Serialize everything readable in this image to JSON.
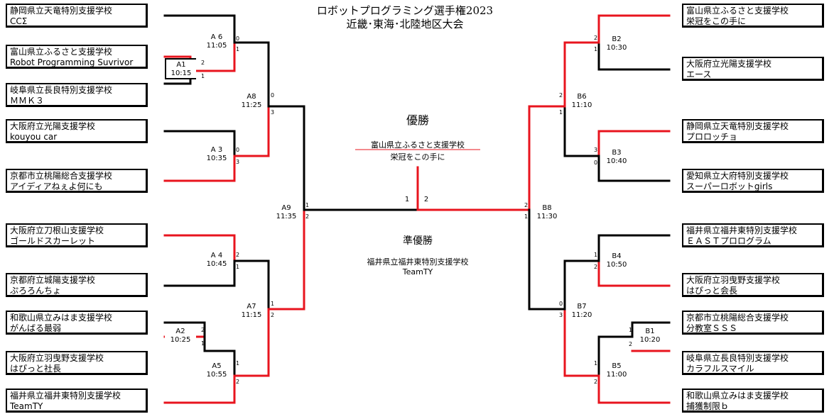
{
  "title": {
    "line1": "ロボットプログラミング選手権2023",
    "line2": "近畿･東海･北陸地区大会"
  },
  "winner": {
    "label": "優勝",
    "school": "富山県立ふるさと支援学校",
    "team": "栄冠をこの手に"
  },
  "runner_up": {
    "label": "準優勝",
    "school": "福井県立福井東特別支援学校",
    "team": "TeamTY"
  },
  "final_scores": {
    "left": "1",
    "right": "2"
  },
  "left_teams": [
    {
      "school": "静岡県立天竜特別支援学校",
      "team": "CCΣ"
    },
    {
      "school": "富山県立ふるさと支援学校",
      "team": "Robot Programming Suvrivor"
    },
    {
      "school": "岐阜県立長良特別支援学校",
      "team": "ＭＭＫ３"
    },
    {
      "school": "大阪府立光陽支援学校",
      "team": "kouyou car"
    },
    {
      "school": "京都市立桃陽総合支援学校",
      "team": "アイディアねぇよ何にも"
    },
    {
      "school": "大阪府立刀根山支援学校",
      "team": "ゴールドスカーレット"
    },
    {
      "school": "京都府立城陽支援学校",
      "team": "ぷろろんちょ"
    },
    {
      "school": "和歌山県立みはま支援学校",
      "team": "がんばる最弱"
    },
    {
      "school": "大阪府立羽曳野支援学校",
      "team": "はぴっと社長"
    },
    {
      "school": "福井県立福井東特別支援学校",
      "team": "TeamTY"
    }
  ],
  "right_teams": [
    {
      "school": "富山県立ふるさと支援学校",
      "team": "栄冠をこの手に"
    },
    {
      "school": "大阪府立光陽支援学校",
      "team": "エース"
    },
    {
      "school": "静岡県立天竜特別支援学校",
      "team": "プロロッチョ"
    },
    {
      "school": "愛知県立大府特別支援学校",
      "team": "スーパーロボットgirls"
    },
    {
      "school": "福井県立福井東特別支援学校",
      "team": "ＥＡＳＴプロログラム"
    },
    {
      "school": "大阪府立羽曳野支援学校",
      "team": "はぴっと会長"
    },
    {
      "school": "京都市立桃陽総合支援学校",
      "team": "分教室ＳＳＳ"
    },
    {
      "school": "岐阜県立長良特別支援学校",
      "team": "カラフルスマイル"
    },
    {
      "school": "和歌山県立みはま支援学校",
      "team": "捕獲制限ｂ"
    }
  ],
  "matches": {
    "A1": {
      "name": "A1",
      "time": "10:15",
      "s1": "2",
      "s2": "1"
    },
    "A2": {
      "name": "A2",
      "time": "10:25",
      "s1": "2",
      "s2": "1"
    },
    "A3": {
      "name": "A 3",
      "time": "10:35",
      "s1": "0",
      "s2": "3"
    },
    "A4": {
      "name": "A 4",
      "time": "10:45",
      "s1": "2",
      "s2": "1"
    },
    "A5": {
      "name": "A5",
      "time": "10:55",
      "s1": "1",
      "s2": "2"
    },
    "A6": {
      "name": "A 6",
      "time": "11:05",
      "s1": "0",
      "s2": "1"
    },
    "A7": {
      "name": "A7",
      "time": "11:15",
      "s1": "1",
      "s2": "2"
    },
    "A8": {
      "name": "A8",
      "time": "11:25",
      "s1": "0",
      "s2": "3"
    },
    "A9": {
      "name": "A9",
      "time": "11:35",
      "s1": "1",
      "s2": "2"
    },
    "B1": {
      "name": "B1",
      "time": "10:20",
      "s1": "1",
      "s2": "2"
    },
    "B2": {
      "name": "B2",
      "time": "10:30",
      "s1": "2",
      "s2": "1"
    },
    "B3": {
      "name": "B3",
      "time": "10:40",
      "s1": "3",
      "s2": "0"
    },
    "B4": {
      "name": "B4",
      "time": "10:50",
      "s1": "1",
      "s2": "2"
    },
    "B5": {
      "name": "B5",
      "time": "11:00",
      "s1": "1",
      "s2": "2"
    },
    "B6": {
      "name": "B6",
      "time": "11:10",
      "s1": "2",
      "s2": "1"
    },
    "B7": {
      "name": "B7",
      "time": "11:20",
      "s1": "0",
      "s2": "3"
    },
    "B8": {
      "name": "B8",
      "time": "11:30",
      "s1": "2",
      "s2": "1"
    }
  },
  "colors": {
    "win": "#e8141e",
    "lose": "#000000"
  }
}
